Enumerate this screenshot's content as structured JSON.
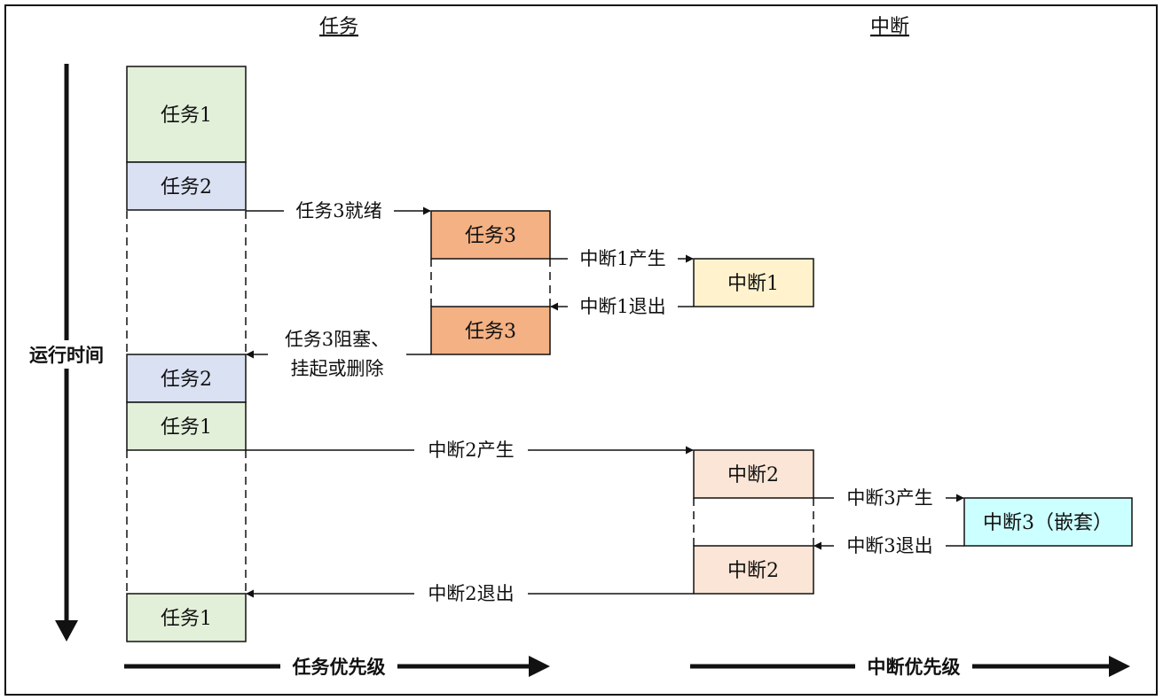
{
  "headers": {
    "tasks": "任务",
    "interrupts": "中断"
  },
  "axes": {
    "time": "运行时间",
    "task_priority": "任务优先级",
    "interrupt_priority": "中断优先级"
  },
  "blocks": {
    "task1_a": {
      "label": "任务1",
      "color": "#e2efd9"
    },
    "task2_a": {
      "label": "任务2",
      "color": "#d9e1f2"
    },
    "task3_a": {
      "label": "任务3",
      "color": "#f4b183"
    },
    "task3_b": {
      "label": "任务3",
      "color": "#f4b183"
    },
    "task2_b": {
      "label": "任务2",
      "color": "#d9e1f2"
    },
    "task1_b": {
      "label": "任务1",
      "color": "#e2efd9"
    },
    "task1_c": {
      "label": "任务1",
      "color": "#e2efd9"
    },
    "irq1": {
      "label": "中断1",
      "color": "#fff2cc"
    },
    "irq2_a": {
      "label": "中断2",
      "color": "#fbe5d6"
    },
    "irq2_b": {
      "label": "中断2",
      "color": "#fbe5d6"
    },
    "irq3": {
      "label": "中断3（嵌套）",
      "color": "#ccffff"
    }
  },
  "events": {
    "task3_ready": "任务3就绪",
    "irq1_raised": "中断1产生",
    "irq1_exit": "中断1退出",
    "task3_blocked_line1": "任务3阻塞、",
    "task3_blocked_line2": "挂起或删除",
    "irq2_raised": "中断2产生",
    "irq3_raised": "中断3产生",
    "irq3_exit": "中断3退出",
    "irq2_exit": "中断2退出"
  }
}
